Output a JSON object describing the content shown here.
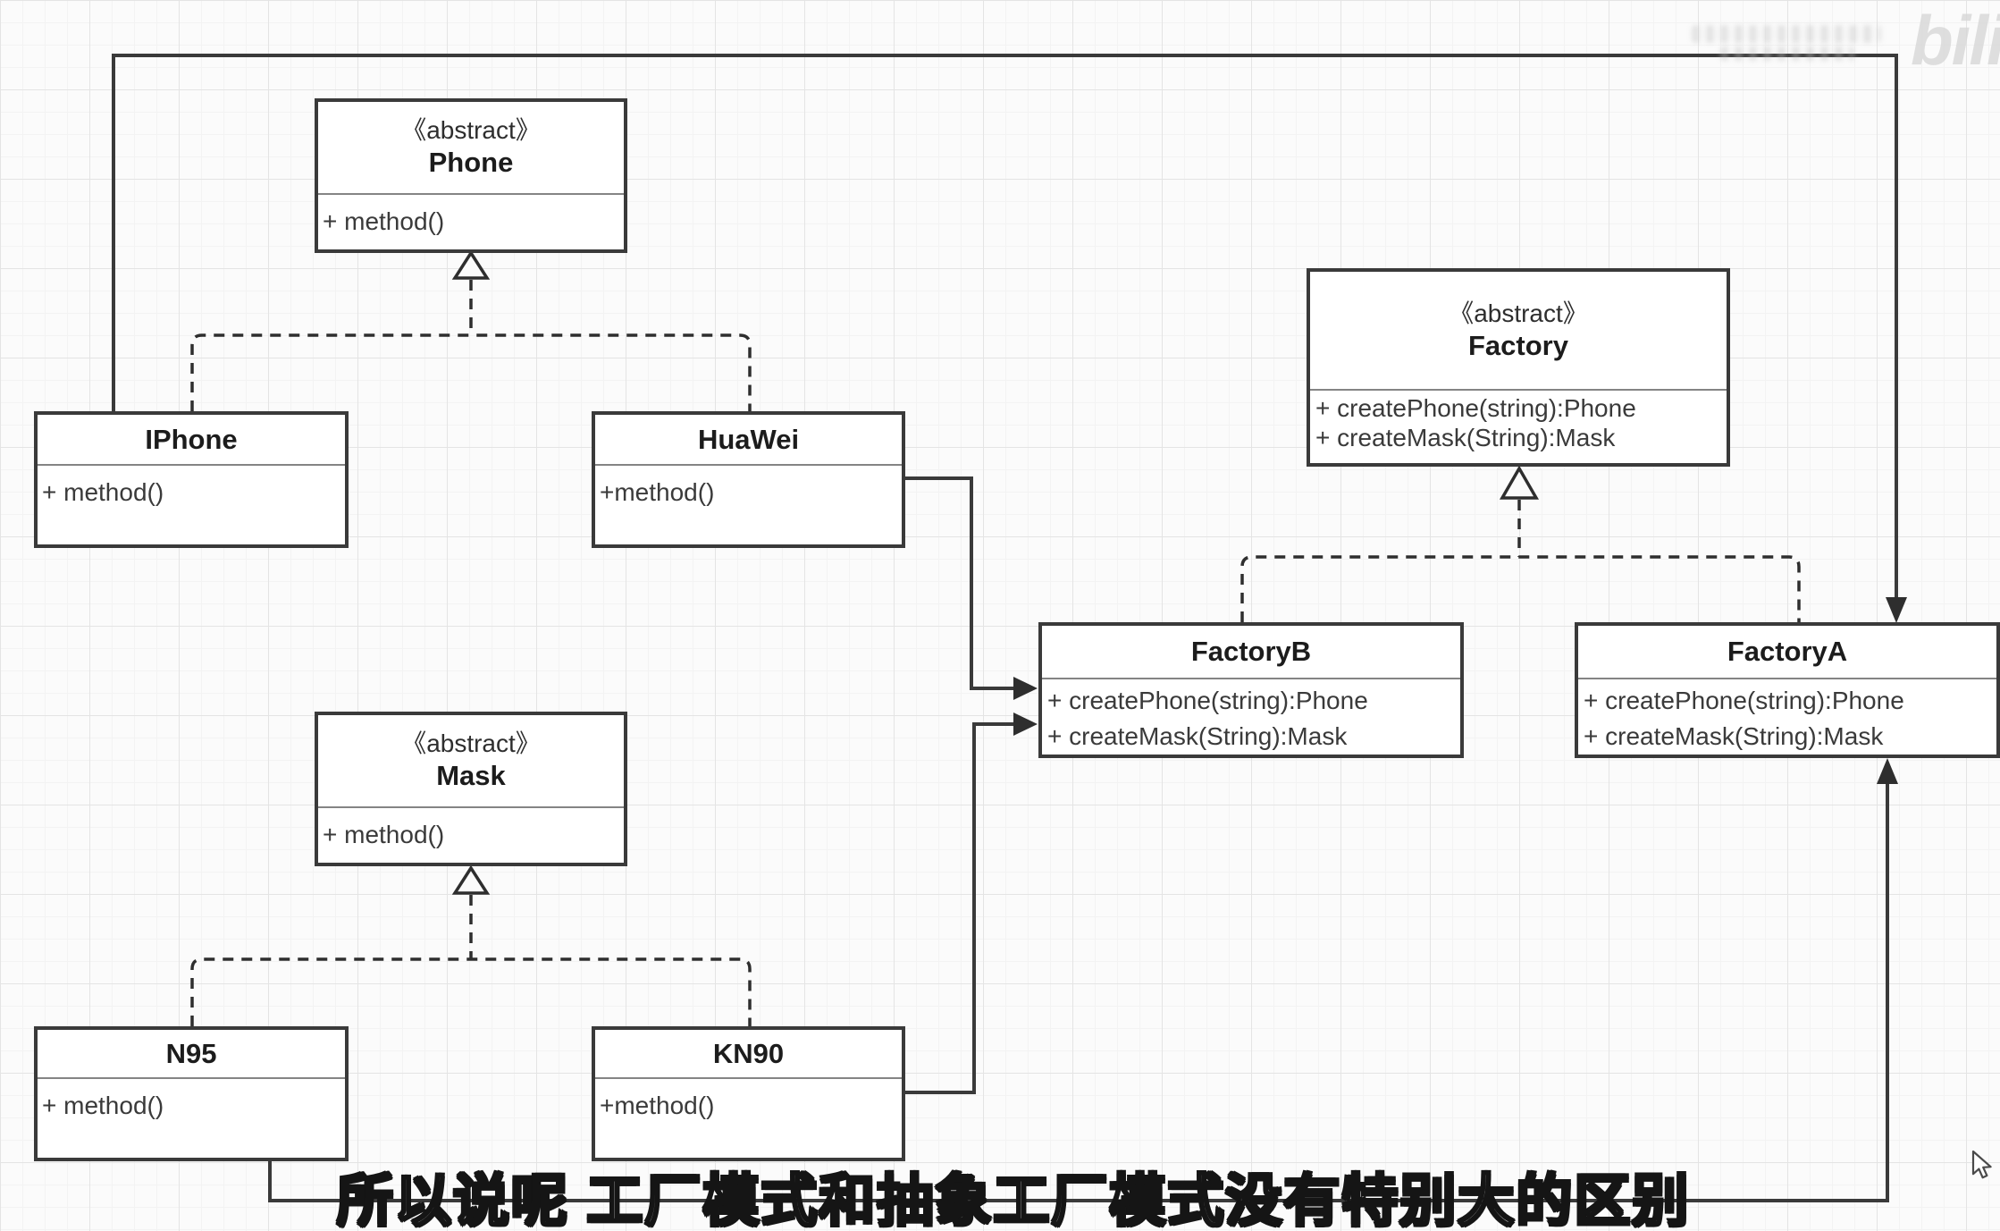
{
  "diagram": {
    "classes": [
      {
        "id": "phone",
        "stereotype": "《abstract》",
        "name": "Phone",
        "methods": [
          "+ method()"
        ]
      },
      {
        "id": "iphone",
        "stereotype": "",
        "name": "IPhone",
        "methods": [
          "+ method()"
        ]
      },
      {
        "id": "huawei",
        "stereotype": "",
        "name": "HuaWei",
        "methods": [
          "+method()"
        ]
      },
      {
        "id": "factory",
        "stereotype": "《abstract》",
        "name": "Factory",
        "methods": [
          "+ createPhone(string):Phone",
          "+ createMask(String):Mask"
        ]
      },
      {
        "id": "factory_b",
        "stereotype": "",
        "name": "FactoryB",
        "methods": [
          "+ createPhone(string):Phone",
          "+ createMask(String):Mask"
        ]
      },
      {
        "id": "factory_a",
        "stereotype": "",
        "name": "FactoryA",
        "methods": [
          "+ createPhone(string):Phone",
          "+ createMask(String):Mask"
        ]
      },
      {
        "id": "mask",
        "stereotype": "《abstract》",
        "name": "Mask",
        "methods": [
          "+ method()"
        ]
      },
      {
        "id": "n95",
        "stereotype": "",
        "name": "N95",
        "methods": [
          "+ method()"
        ]
      },
      {
        "id": "kn90",
        "stereotype": "",
        "name": "KN90",
        "methods": [
          "+method()"
        ]
      }
    ],
    "relations": [
      {
        "type": "generalization",
        "from": "IPhone",
        "to": "Phone",
        "line": "dashed-hollow-triangle"
      },
      {
        "type": "generalization",
        "from": "HuaWei",
        "to": "Phone",
        "line": "dashed-hollow-triangle"
      },
      {
        "type": "generalization",
        "from": "N95",
        "to": "Mask",
        "line": "dashed-hollow-triangle"
      },
      {
        "type": "generalization",
        "from": "KN90",
        "to": "Mask",
        "line": "dashed-hollow-triangle"
      },
      {
        "type": "generalization",
        "from": "FactoryB",
        "to": "Factory",
        "line": "dashed-hollow-triangle"
      },
      {
        "type": "generalization",
        "from": "FactoryA",
        "to": "Factory",
        "line": "dashed-hollow-triangle"
      },
      {
        "type": "arrow",
        "from": "IPhone",
        "to": "FactoryA",
        "line": "solid-filled-arrow",
        "route": "top"
      },
      {
        "type": "arrow",
        "from": "N95",
        "to": "FactoryA",
        "line": "solid-filled-arrow",
        "route": "bottom"
      },
      {
        "type": "arrow",
        "from": "HuaWei",
        "to": "FactoryB",
        "line": "solid-filled-arrow",
        "route": "middle"
      },
      {
        "type": "arrow",
        "from": "KN90",
        "to": "FactoryB",
        "line": "solid-filled-arrow",
        "route": "middle"
      }
    ]
  },
  "subtitle": {
    "text": "所以说呢 工厂模式和抽象工厂模式没有特别大的区别"
  },
  "watermark": {
    "logo": "bili"
  },
  "colors": {
    "background": "#fbfbfb",
    "box_border": "#3a3a3a",
    "line": "#3a3a3a",
    "subtitle_fill": "#ffffff",
    "subtitle_outline": "#151515",
    "watermark_gray": "#d7d7d7"
  }
}
